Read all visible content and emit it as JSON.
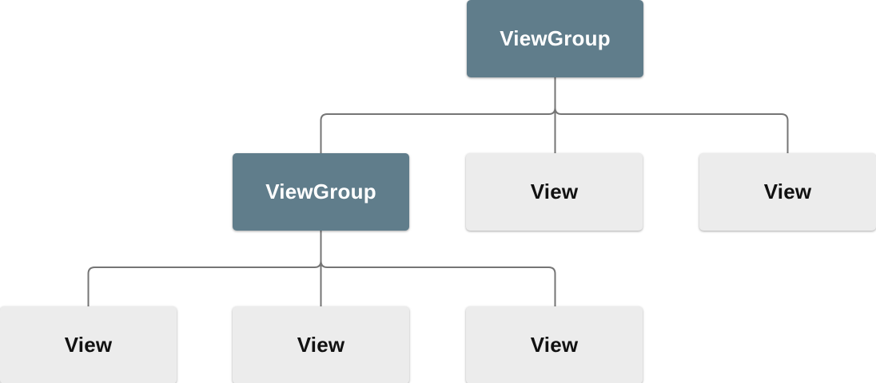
{
  "diagram": {
    "name": "view-hierarchy-tree",
    "colors": {
      "viewgroup_fill": "#607d8b",
      "viewgroup_text": "#ffffff",
      "view_fill": "#ececec",
      "view_text": "#111111",
      "connector": "#757575",
      "background": "#ffffff"
    },
    "nodes": [
      {
        "id": "root",
        "label": "ViewGroup",
        "type": "viewgroup",
        "row": 1
      },
      {
        "id": "child-viewgroup",
        "label": "ViewGroup",
        "type": "viewgroup",
        "row": 2
      },
      {
        "id": "child-view-1",
        "label": "View",
        "type": "view",
        "row": 2
      },
      {
        "id": "child-view-2",
        "label": "View",
        "type": "view",
        "row": 2
      },
      {
        "id": "grandchild-view-1",
        "label": "View",
        "type": "view",
        "row": 3
      },
      {
        "id": "grandchild-view-2",
        "label": "View",
        "type": "view",
        "row": 3
      },
      {
        "id": "grandchild-view-3",
        "label": "View",
        "type": "view",
        "row": 3
      }
    ],
    "edges": [
      {
        "from": "root",
        "to": "child-viewgroup"
      },
      {
        "from": "root",
        "to": "child-view-1"
      },
      {
        "from": "root",
        "to": "child-view-2"
      },
      {
        "from": "child-viewgroup",
        "to": "grandchild-view-1"
      },
      {
        "from": "child-viewgroup",
        "to": "grandchild-view-2"
      },
      {
        "from": "child-viewgroup",
        "to": "grandchild-view-3"
      }
    ]
  }
}
